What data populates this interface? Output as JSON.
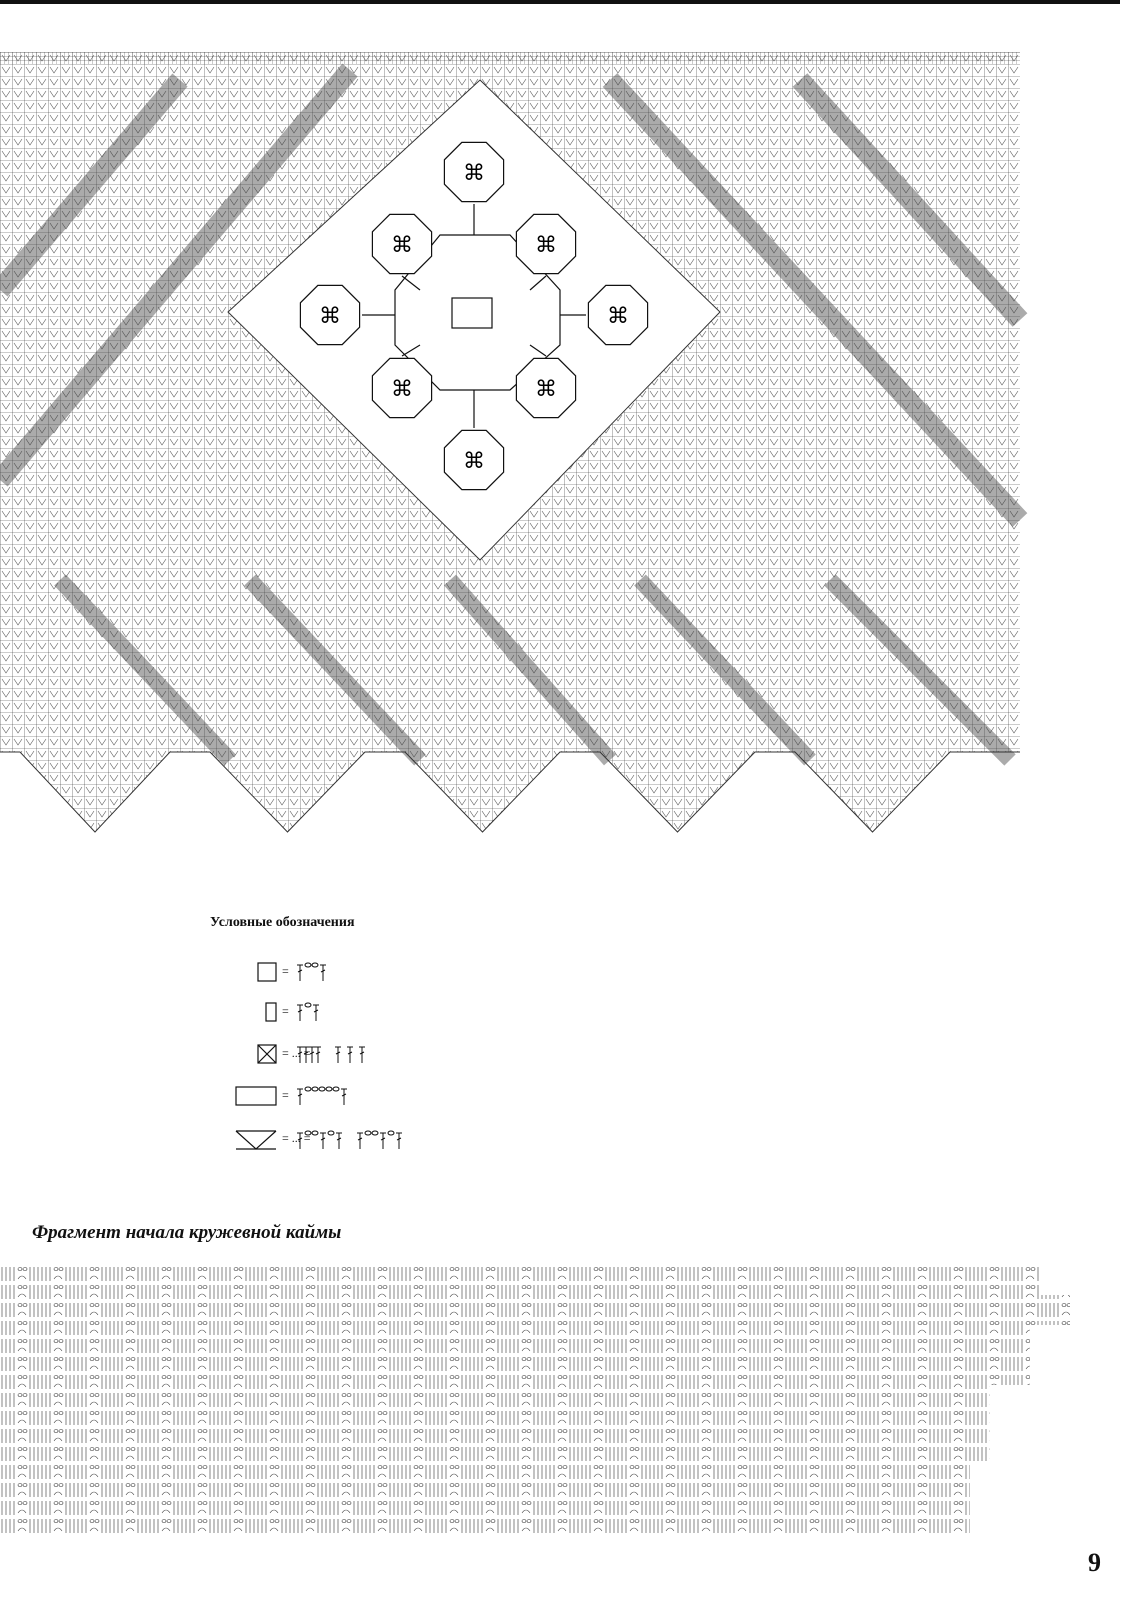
{
  "legend": {
    "title": "Условные обозначения",
    "items": [
      {
        "symbol": "open-square",
        "equals": "="
      },
      {
        "symbol": "narrow-open-square",
        "equals": "="
      },
      {
        "symbol": "filled-crossed-square",
        "equals": "= ... ="
      },
      {
        "symbol": "wide-open-rectangle",
        "equals": "="
      },
      {
        "symbol": "v-stitch-bar",
        "equals": "= ... ="
      }
    ]
  },
  "fragment_title": "Фрагмент начала кружевной каймы",
  "page_number": "9"
}
